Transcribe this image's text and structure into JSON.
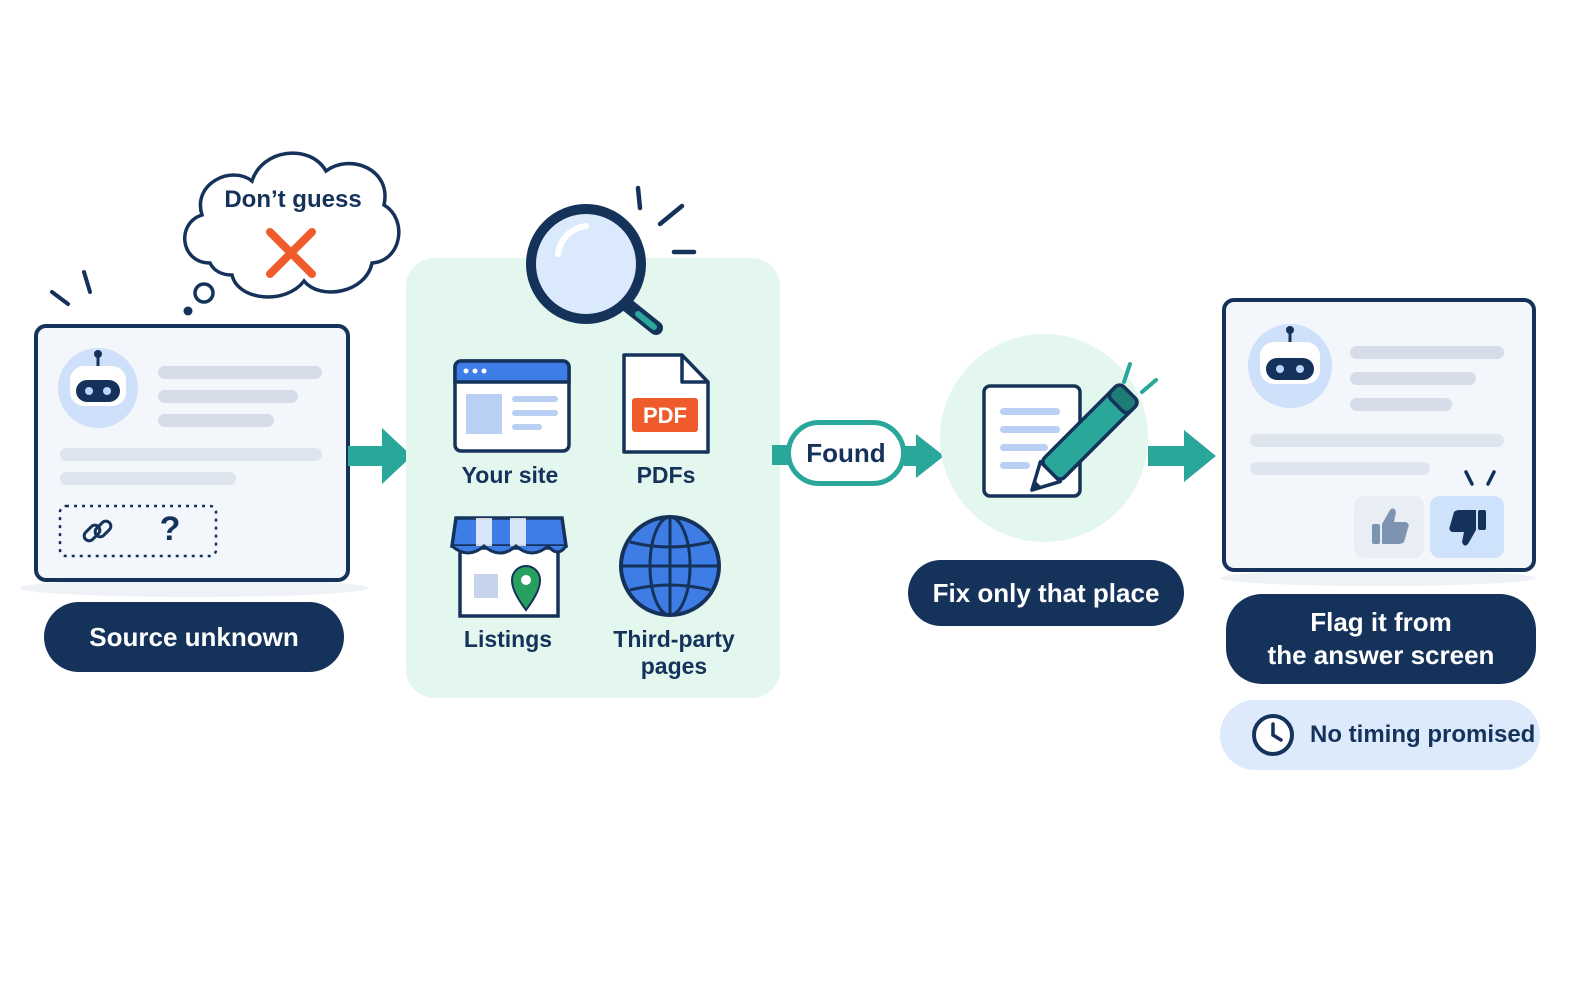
{
  "step1": {
    "thought_text": "Don’t guess",
    "unknown_mark": "?",
    "label": "Source unknown"
  },
  "step2": {
    "sources": [
      {
        "label": "Your site"
      },
      {
        "label": "PDFs",
        "badge": "PDF"
      },
      {
        "label": "Listings"
      },
      {
        "label": "Third-party pages"
      }
    ]
  },
  "step3": {
    "found_label": "Found",
    "label": "Fix only that place"
  },
  "step4": {
    "label_line1": "Flag it from",
    "label_line2": "the answer screen",
    "note": "No timing promised"
  },
  "colors": {
    "navy": "#15325b",
    "teal": "#2aa79b",
    "mint": "#e4f7ef",
    "accent_orange": "#ef5b2b",
    "light_blue": "#dceafc"
  }
}
